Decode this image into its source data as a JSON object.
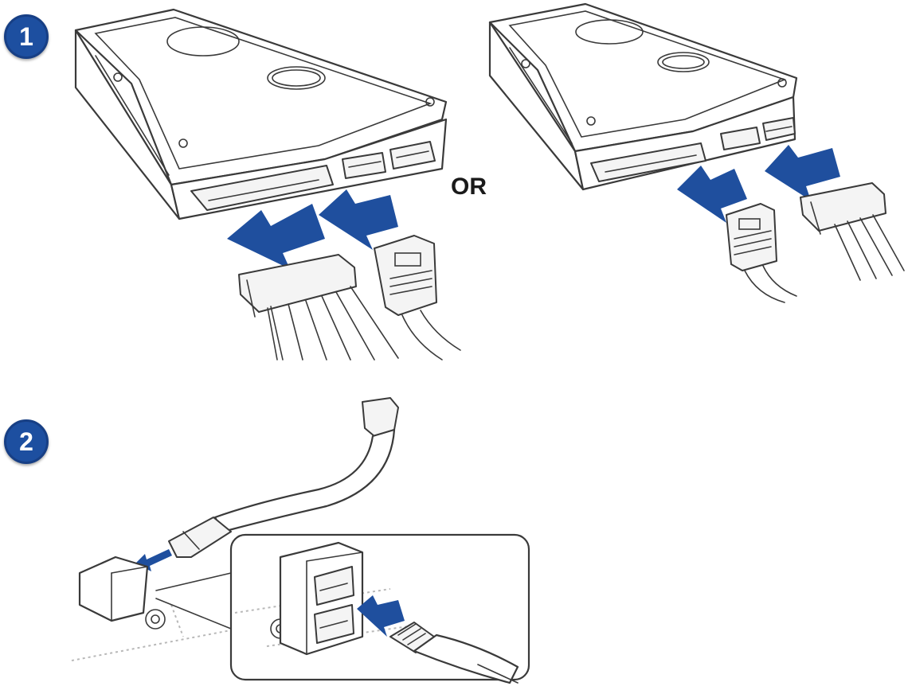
{
  "steps": [
    {
      "number": "1"
    },
    {
      "number": "2"
    }
  ],
  "or_label": "OR",
  "colors": {
    "arrow_blue": "#1f4f9e",
    "badge_blue": "#1d4fa0",
    "line": "#3a3a3a",
    "fill_light": "#f2f2f2"
  }
}
